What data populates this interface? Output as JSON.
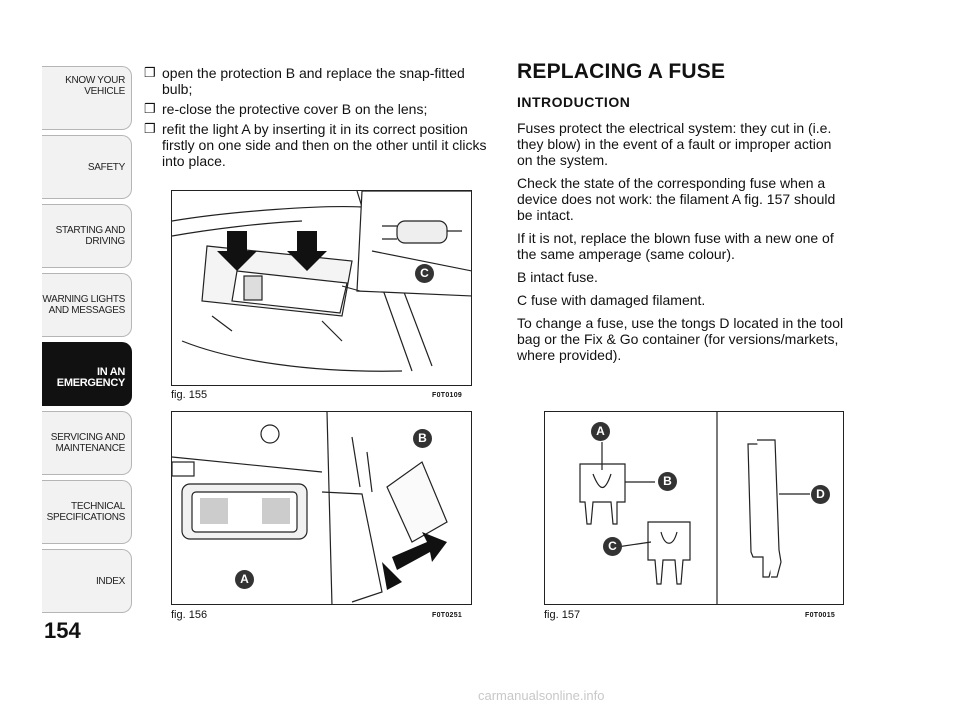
{
  "sidebar": {
    "tabs": [
      {
        "lines": [
          "KNOW YOUR",
          "VEHICLE"
        ]
      },
      {
        "lines": [
          "SAFETY"
        ]
      },
      {
        "lines": [
          "STARTING AND",
          "DRIVING"
        ]
      },
      {
        "lines": [
          "WARNING LIGHTS",
          "AND MESSAGES"
        ]
      },
      {
        "lines": [
          "IN AN",
          "EMERGENCY"
        ]
      },
      {
        "lines": [
          "SERVICING AND",
          "MAINTENANCE"
        ]
      },
      {
        "lines": [
          "TECHNICAL",
          "SPECIFICATIONS"
        ]
      },
      {
        "lines": [
          "INDEX"
        ]
      }
    ],
    "active_index": 4
  },
  "page_number": "154",
  "bullet_glyph": "❒",
  "left_column": {
    "bullets": [
      "open the protection B and replace the snap-fitted bulb;",
      "re-close the protective cover B on the lens;",
      "refit the light A by inserting it in its correct position firstly on one side and then on the other until it clicks into place."
    ]
  },
  "right_column": {
    "heading": "REPLACING A FUSE",
    "subheading": "INTRODUCTION",
    "paragraphs": [
      "Fuses protect the electrical system: they cut in (i.e. they blow) in the event of a fault or improper action on the system.",
      "Check the state of the corresponding fuse when a device does not work: the filament A fig. 157 should be intact.",
      "If it is not, replace the blown fuse with a new one of the same amperage (same colour).",
      "B intact fuse.",
      "C fuse with damaged filament.",
      "To change a fuse, use the tongs D located in the tool bag or the Fix & Go container (for versions/markets, where provided)."
    ]
  },
  "figures": {
    "fig155": {
      "caption": "fig. 155",
      "code": "F0T0109",
      "callouts": [
        "C"
      ]
    },
    "fig156": {
      "caption": "fig. 156",
      "code": "F0T0251",
      "callouts": [
        "B",
        "A"
      ]
    },
    "fig157": {
      "caption": "fig. 157",
      "code": "F0T0015",
      "callouts": [
        "A",
        "B",
        "C",
        "D"
      ]
    }
  },
  "footer": "carmanualsonline.info",
  "colors": {
    "tab_bg": "#f2f2f2",
    "tab_active": "#111111",
    "callout": "#333333"
  }
}
